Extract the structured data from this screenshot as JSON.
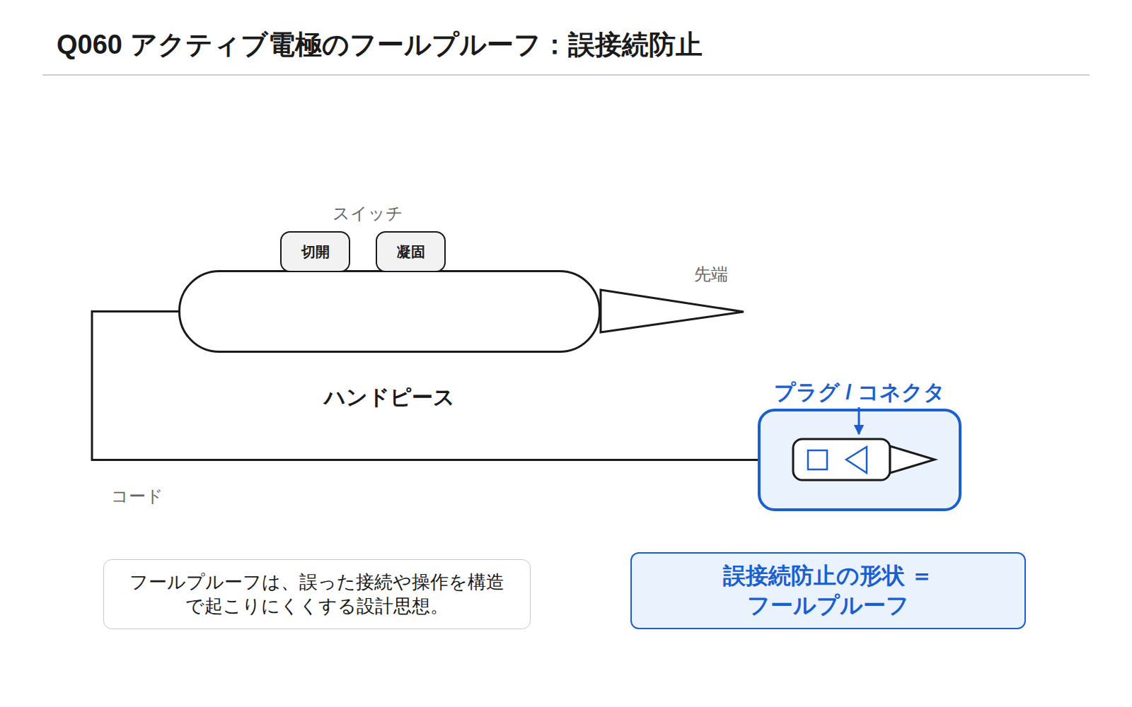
{
  "diagram": {
    "title": "Q060 アクティブ電極のフールプルーフ：誤接続防止",
    "nodes": [
      {
        "text": [
          "ハンドピース"
        ]
      },
      {
        "text": [
          "切開"
        ]
      },
      {
        "text": [
          "凝固"
        ]
      },
      {
        "text": [
          "プラグ / コネクタ"
        ]
      },
      {
        "text": [
          "フールプルーフは、誤った接続や操作を構造 で起こりにくくする設計思想。"
        ]
      },
      {
        "text": [
          "誤接続防止の形状 ＝フールプルーフ"
        ]
      }
    ],
    "edges": [
      {
        "from": 0,
        "to": 3,
        "arrow": "none"
      }
    ],
    "labels": [
      "スイッチ",
      "先端",
      "コード"
    ]
  }
}
